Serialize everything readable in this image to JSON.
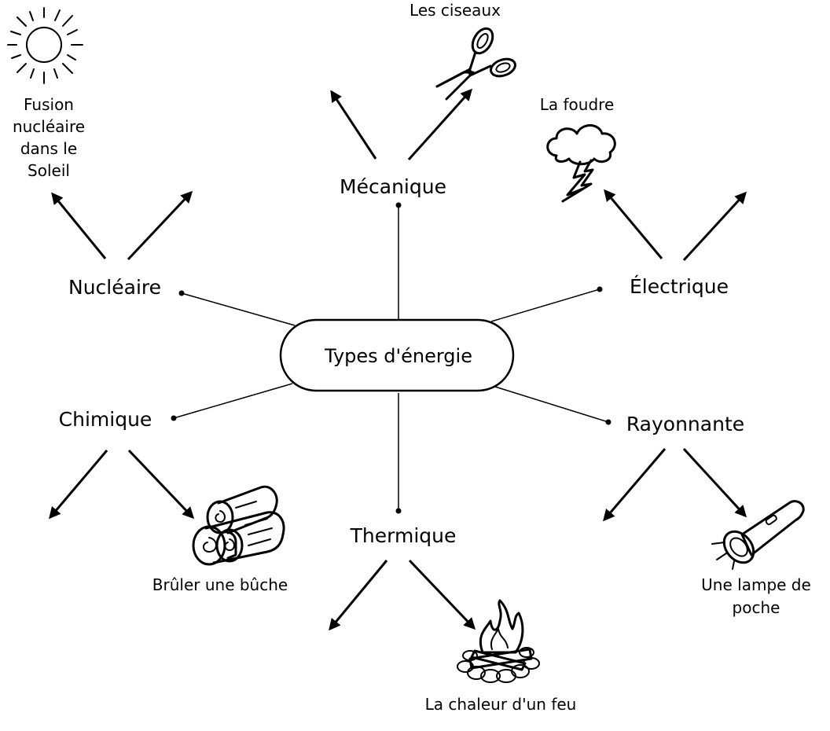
{
  "diagram": {
    "center_label": "Types d'énergie",
    "categories": {
      "mecanique": "Mécanique",
      "nucleaire": "Nucléaire",
      "electrique": "Électrique",
      "chimique": "Chimique",
      "rayonnante": "Rayonnante",
      "thermique": "Thermique"
    },
    "examples": {
      "ciseaux": "Les ciseaux",
      "foudre": "La foudre",
      "fusion": [
        "Fusion",
        "nucléaire",
        "dans le",
        "Soleil"
      ],
      "buche": "Brûler une bûche",
      "lampe": [
        "Une lampe de",
        "poche"
      ],
      "feu": "La chaleur d'un feu"
    },
    "icons": [
      "sun-icon",
      "scissors-icon",
      "lightning-cloud-icon",
      "logs-icon",
      "campfire-icon",
      "flashlight-icon"
    ]
  }
}
